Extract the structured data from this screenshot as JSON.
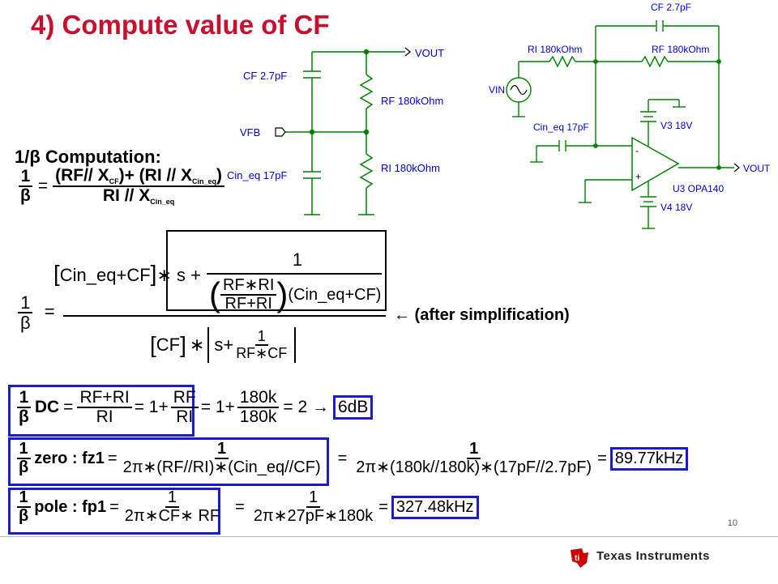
{
  "slide": {
    "title": "4) Compute value of CF",
    "page_number": "10",
    "company": "Texas Instruments"
  },
  "schematic_left": {
    "vout": "VOUT",
    "cf": "CF 2.7pF",
    "rf": "RF 180kOhm",
    "vfb": "VFB",
    "cin_eq": "Cin_eq 17pF",
    "ri": "RI 180kOhm"
  },
  "schematic_right": {
    "cf": "CF 2.7pF",
    "ri": "RI 180kOhm",
    "rf": "RF 180kOhm",
    "vin": "VIN",
    "cin_eq": "Cin_eq 17pF",
    "v3": "V3 18V",
    "opamp": "U3 OPA140",
    "v4": "V4 18V",
    "vout": "VOUT",
    "plus": "+",
    "minus": "-"
  },
  "beta_computation": {
    "heading": "1/β Computation:",
    "lhs_num": "1",
    "lhs_den": "β",
    "num": "(RF// X",
    "num_sub1": "CF",
    "num_mid": ")+ (RI // X",
    "num_sub2": "Cin_eq",
    "num_end": ")",
    "den": "RI // X",
    "den_sub": "Cin_eq"
  },
  "simplified": {
    "bracket_left": "Cin_eq+CF",
    "times_s": "∗ s +",
    "inner_num": "1",
    "rf_ri_num": "RF∗RI",
    "rf_ri_den": "RF+RI",
    "cin_cf": "(Cin_eq+CF)",
    "den_cf": "CF",
    "den_s": "s+",
    "den_inner_num": "1",
    "den_inner_den": "RF∗CF",
    "note": "← (after simplification)"
  },
  "dc_eq": {
    "label": "DC",
    "p1_num": "RF+RI",
    "p1_den": "RI",
    "p2_pre": "= 1+",
    "p2_num": "RF",
    "p2_den": "RI",
    "p3_pre": "= 1+",
    "p3_num": "180k",
    "p3_den": "180k",
    "p4": "= 2 →",
    "result": "6dB"
  },
  "zero_eq": {
    "label": "zero : fz1",
    "num": "1",
    "den": "2π∗(RF//RI)∗(Cin_eq//CF)",
    "num2": "1",
    "den2": "2π∗(180k//180k)∗(17pF//2.7pF)",
    "result": "89.77kHz"
  },
  "pole_eq": {
    "label": "pole : fp1",
    "num": "1",
    "den": "2π∗CF∗ RF",
    "num2": "1",
    "den2": "2π∗27pF∗180k",
    "result": "327.48kHz"
  },
  "colors": {
    "title": "#c8102e",
    "schematic_wire": "#008000",
    "schematic_text": "#0000cc",
    "highlight_box": "#1a1ad4",
    "ti_logo": "#cc0000"
  },
  "icons": [
    "ti-logo-icon",
    "capacitor-icon",
    "resistor-icon",
    "opamp-icon",
    "sine-source-icon",
    "ground-icon",
    "battery-icon"
  ]
}
